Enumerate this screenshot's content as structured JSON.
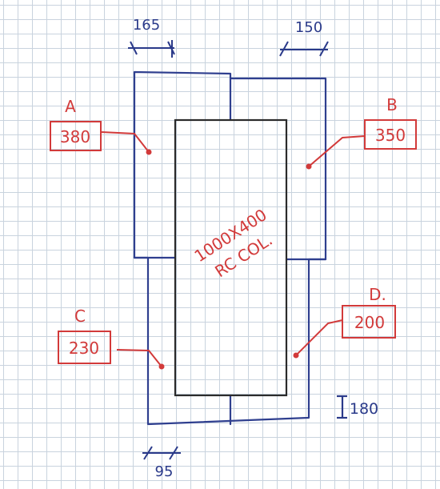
{
  "colors": {
    "paper": "#ffffff",
    "grid": "#c9d3de",
    "outline_blue": "#2f3f8f",
    "column_black": "#2b2b2b",
    "annotation_red": "#d23a3a",
    "ink_blue": "#2a3a8a"
  },
  "column": {
    "line1": "1000X400",
    "line2": "RC COL."
  },
  "dimensions": {
    "top_left": "165",
    "top_right": "150",
    "bottom_left": "95",
    "bottom_right": "180"
  },
  "labels": {
    "A": {
      "letter": "A",
      "value": "380"
    },
    "B": {
      "letter": "B",
      "value": "350"
    },
    "C": {
      "letter": "C",
      "value": "230"
    },
    "D": {
      "letter": "D.",
      "value": "200"
    }
  }
}
